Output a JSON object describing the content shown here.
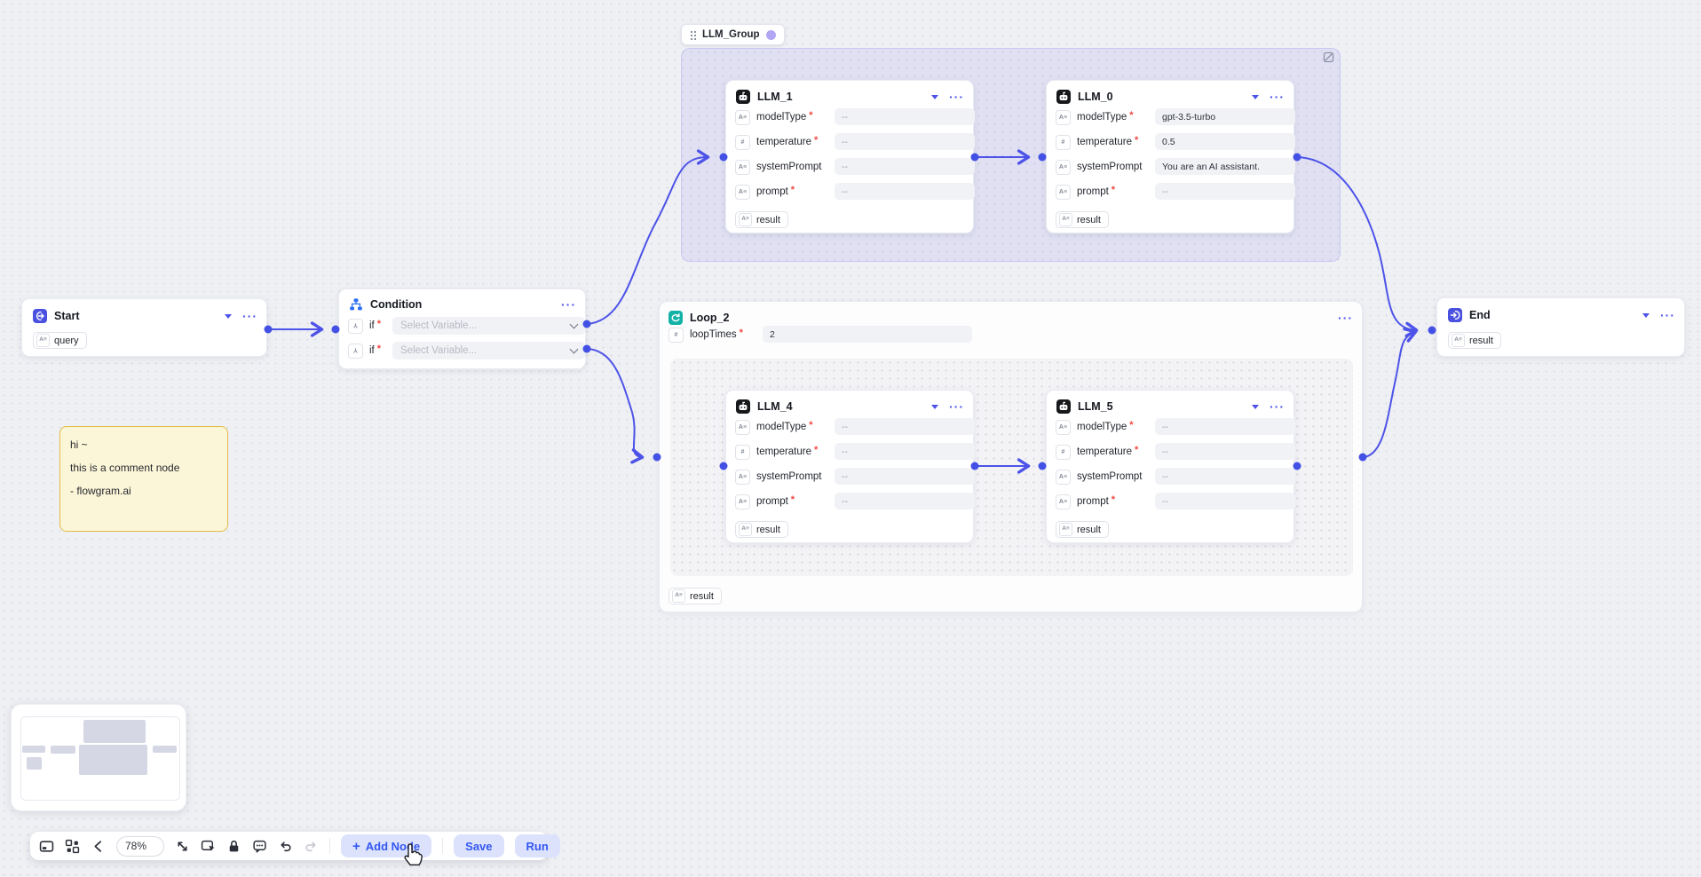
{
  "colors": {
    "canvas_bg": "#eff0f4",
    "accent_blue": "#4d53e8",
    "condition_blue": "#2b6ef5",
    "loop_teal": "#13b2a7",
    "llm_black": "#17181c",
    "group_fill": "rgba(125,115,235,0.13)",
    "group_badge": "#b1a6f3",
    "comment_bg": "#fcf6d8",
    "comment_border": "#e3ba45",
    "button_bg": "#dce2fb",
    "button_text": "#3357f2",
    "required_red": "#f0453e"
  },
  "glyphs": {
    "ellipsis": "···",
    "plus": "+",
    "required": "*",
    "string_type": "A≡",
    "number_type": "#",
    "branch_type": "Y"
  },
  "group": {
    "label": "LLM_Group"
  },
  "start": {
    "title": "Start",
    "output_tag": "query"
  },
  "condition": {
    "title": "Condition",
    "rows": [
      {
        "label": "if",
        "placeholder": "Select Variable..."
      },
      {
        "label": "if",
        "placeholder": "Select Variable..."
      }
    ]
  },
  "llm_nodes": [
    {
      "title": "LLM_1",
      "result_tag": "result",
      "fields": [
        {
          "label": "modelType",
          "value": "--",
          "required": true
        },
        {
          "label": "temperature",
          "value": "--",
          "required": true
        },
        {
          "label": "systemPrompt",
          "value": "--",
          "required": false
        },
        {
          "label": "prompt",
          "value": "--",
          "required": true
        }
      ]
    },
    {
      "title": "LLM_0",
      "result_tag": "result",
      "fields": [
        {
          "label": "modelType",
          "value": "gpt-3.5-turbo",
          "required": true
        },
        {
          "label": "temperature",
          "value": "0.5",
          "required": true
        },
        {
          "label": "systemPrompt",
          "value": "You are an AI assistant.",
          "required": false
        },
        {
          "label": "prompt",
          "value": "--",
          "required": true
        }
      ]
    },
    {
      "title": "LLM_4",
      "result_tag": "result",
      "fields": [
        {
          "label": "modelType",
          "value": "--",
          "required": true
        },
        {
          "label": "temperature",
          "value": "--",
          "required": true
        },
        {
          "label": "systemPrompt",
          "value": "--",
          "required": false
        },
        {
          "label": "prompt",
          "value": "--",
          "required": true
        }
      ]
    },
    {
      "title": "LLM_5",
      "result_tag": "result",
      "fields": [
        {
          "label": "modelType",
          "value": "--",
          "required": true
        },
        {
          "label": "temperature",
          "value": "--",
          "required": true
        },
        {
          "label": "systemPrompt",
          "value": "--",
          "required": false
        },
        {
          "label": "prompt",
          "value": "--",
          "required": true
        }
      ]
    }
  ],
  "loop": {
    "title": "Loop_2",
    "field": {
      "label": "loopTimes",
      "value": "2",
      "required": true
    },
    "result_tag": "result"
  },
  "end": {
    "title": "End",
    "result_tag": "result"
  },
  "comment": {
    "lines": [
      "hi ~",
      "this is a comment node",
      "- flowgram.ai"
    ]
  },
  "toolbar": {
    "zoom": "78%",
    "add_node": "Add Node",
    "save": "Save",
    "run": "Run",
    "icons": [
      "minimap-toggle",
      "auto-layout",
      "switch-line-style",
      "zoom-level",
      "fit-view",
      "select-mode",
      "lock",
      "add-comment",
      "undo",
      "redo"
    ]
  }
}
